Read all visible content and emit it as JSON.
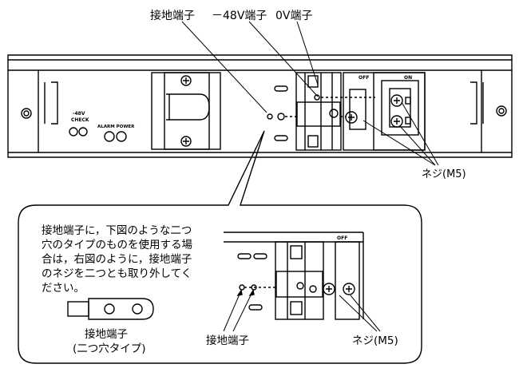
{
  "callouts": {
    "ground_terminal": "接地端子",
    "minus48v_terminal": "－48V端子",
    "zero_v_terminal": "0V端子",
    "screw_m5": "ネジ(M5)"
  },
  "panel": {
    "check_label": "-48V",
    "check_label_2": "CHECK",
    "alarm_power_label": "ALARM POWER",
    "off_label": "OFF",
    "on_label": "ON"
  },
  "note": {
    "lines": [
      "接地端子に，下図のような二つ",
      "穴のタイプのものを使用する場",
      "合は，右図のように，接地端子",
      "のネジを二つとも取り外してく",
      "ださい。"
    ],
    "lug_caption_1": "接地端子",
    "lug_caption_2": "(二つ穴タイプ)"
  },
  "detail": {
    "off_label": "OFF",
    "ground_terminal": "接地端子",
    "screw_m5": "ネジ(M5)"
  }
}
